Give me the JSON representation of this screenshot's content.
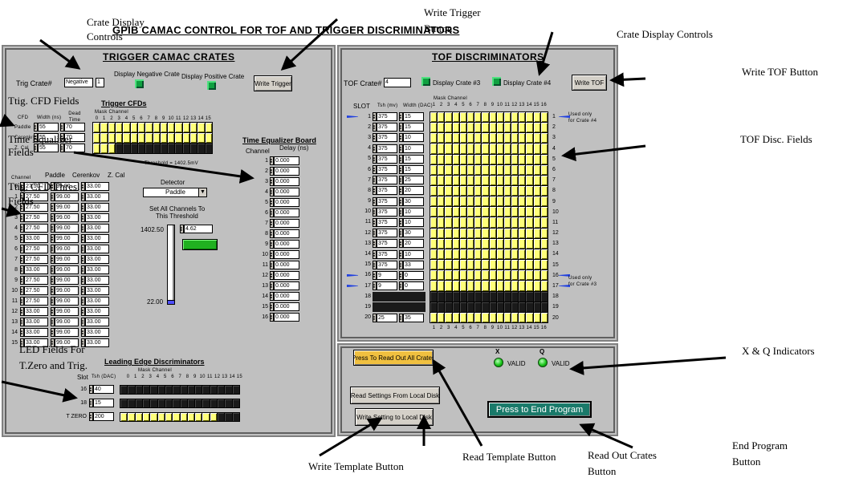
{
  "main_title": "GPIB CAMAC CONTROL FOR TOF AND TRIGGER DISCRIMINATORS",
  "annotations": {
    "crate_display_left": [
      "Crate Display",
      "Controls"
    ],
    "write_trigger": [
      "Write Trigger",
      "Button"
    ],
    "crate_display_right": "Crate Display Controls",
    "write_tof": "Write TOF Button",
    "trig_cfd_fields": "Ttig. CFD Fields",
    "time_equalizer_fields": [
      "Time  Equalizer",
      "Fields"
    ],
    "trig_cfd_thres": [
      "Ttig. CFD Thres.",
      "Fields"
    ],
    "tof_disc_fields": "TOF Disc. Fields",
    "xq_indicators": "X & Q Indicators",
    "led_fields": [
      "LED Fields For",
      "T.Zero and Trig."
    ],
    "write_template": "Write Template Button",
    "read_template": "Read Template Button",
    "read_out_crates": [
      "Read Out Crates",
      "Button"
    ],
    "end_program": [
      "End Program",
      "Button"
    ]
  },
  "trigger": {
    "title": "TRIGGER CAMAC CRATES",
    "crate_label": "Trig Crate#",
    "crate_value": "Negative",
    "crate_num": "1",
    "display_negative": "Display Negative Crate",
    "display_positive": "Display Positive Crate",
    "write_button": "Write Trigger",
    "cfd": {
      "title": "Trigger CFDs",
      "mask_label": "Mask Channel",
      "headers": [
        "CFD",
        "Width (ns)",
        "Dead Time (ns)"
      ],
      "channels": [
        "0",
        "1",
        "2",
        "3",
        "4",
        "5",
        "6",
        "7",
        "8",
        "9",
        "10",
        "11",
        "12",
        "13",
        "14",
        "15"
      ],
      "rows": [
        {
          "name": "Paddle",
          "width": "55",
          "dead": "70"
        },
        {
          "name": "Cerenkov",
          "width": "55",
          "dead": "70"
        },
        {
          "name": "Z. Cal",
          "width": "55",
          "dead": "70"
        }
      ],
      "threshold_note": "Threshold = 1402.5mV"
    },
    "thres": {
      "headers": [
        "Channel",
        "Paddle",
        "Cerenkov",
        "Z. Cal"
      ],
      "rows": [
        [
          "0",
          "27.50",
          "99.00",
          "33.00"
        ],
        [
          "1",
          "27.50",
          "99.00",
          "33.00"
        ],
        [
          "2",
          "27.50",
          "99.00",
          "33.00"
        ],
        [
          "3",
          "27.50",
          "99.00",
          "33.00"
        ],
        [
          "4",
          "27.50",
          "99.00",
          "33.00"
        ],
        [
          "5",
          "33.00",
          "99.00",
          "33.00"
        ],
        [
          "6",
          "27.50",
          "99.00",
          "33.00"
        ],
        [
          "7",
          "27.50",
          "99.00",
          "33.00"
        ],
        [
          "8",
          "33.00",
          "99.00",
          "33.00"
        ],
        [
          "9",
          "27.50",
          "99.00",
          "33.00"
        ],
        [
          "10",
          "27.50",
          "99.00",
          "33.00"
        ],
        [
          "11",
          "27.50",
          "99.00",
          "33.00"
        ],
        [
          "12",
          "33.00",
          "99.00",
          "33.00"
        ],
        [
          "13",
          "33.00",
          "99.00",
          "33.00"
        ],
        [
          "14",
          "33.00",
          "99.00",
          "33.00"
        ],
        [
          "15",
          "33.00",
          "99.00",
          "33.00"
        ]
      ]
    },
    "detector": {
      "label": "Detector",
      "selected": "Paddle",
      "set_all_label": [
        "Set All Channels To",
        "This Threshold"
      ],
      "slider_max": "1402.50",
      "slider_min": "22.00",
      "value": "4.62",
      "slider_fraction": 0.0
    },
    "led": {
      "title": "Leading Edge Discriminators",
      "mask_label": "Mask Channel",
      "slot_label": "Slot",
      "tsh_label": "Tsh (DAC)",
      "rows": [
        {
          "slot": "16",
          "tsh": "40"
        },
        {
          "slot": "18",
          "tsh": "15"
        },
        {
          "slot": "T ZERO",
          "tsh": "200"
        }
      ]
    }
  },
  "time_equalizer": {
    "title": "Time Equalizer Board",
    "headers": [
      "Channel",
      "Delay (ns)"
    ],
    "rows": [
      [
        "1",
        "0.000"
      ],
      [
        "2",
        "0.000"
      ],
      [
        "3",
        "0.000"
      ],
      [
        "4",
        "0.000"
      ],
      [
        "5",
        "0.000"
      ],
      [
        "6",
        "0.000"
      ],
      [
        "7",
        "0.000"
      ],
      [
        "8",
        "0.000"
      ],
      [
        "9",
        "0.000"
      ],
      [
        "10",
        "0.000"
      ],
      [
        "11",
        "0.000"
      ],
      [
        "12",
        "0.000"
      ],
      [
        "13",
        "0.000"
      ],
      [
        "14",
        "0.000"
      ],
      [
        "15",
        "0.000"
      ],
      [
        "16",
        "0.000"
      ]
    ]
  },
  "tof": {
    "title": "TOF DISCRIMINATORS",
    "crate_label": "TOF Crate#",
    "crate_value": "4",
    "display3": "Display Crate #3",
    "display4": "Display Crate #4",
    "write_button": "Write TOF",
    "slot_label": "SLOT",
    "tsh_label": "Tsh (mv)",
    "width_label": "Width (DAC)",
    "mask_label": "Mask Channel",
    "channels": [
      "1",
      "2",
      "3",
      "4",
      "5",
      "6",
      "7",
      "8",
      "9",
      "10",
      "11",
      "12",
      "13",
      "14",
      "15",
      "16"
    ],
    "used4": [
      "Used only",
      "for Crate #4"
    ],
    "used3": [
      "Used only",
      "for Crate #3"
    ],
    "rows": [
      {
        "slot": "1",
        "tsh": "375",
        "width": "15"
      },
      {
        "slot": "2",
        "tsh": "375",
        "width": "15"
      },
      {
        "slot": "3",
        "tsh": "375",
        "width": "10"
      },
      {
        "slot": "4",
        "tsh": "375",
        "width": "10"
      },
      {
        "slot": "5",
        "tsh": "375",
        "width": "15"
      },
      {
        "slot": "6",
        "tsh": "375",
        "width": "15"
      },
      {
        "slot": "7",
        "tsh": "375",
        "width": "25"
      },
      {
        "slot": "8",
        "tsh": "375",
        "width": "20"
      },
      {
        "slot": "9",
        "tsh": "375",
        "width": "30"
      },
      {
        "slot": "10",
        "tsh": "375",
        "width": "10"
      },
      {
        "slot": "11",
        "tsh": "375",
        "width": "10"
      },
      {
        "slot": "12",
        "tsh": "375",
        "width": "30"
      },
      {
        "slot": "13",
        "tsh": "375",
        "width": "20"
      },
      {
        "slot": "14",
        "tsh": "375",
        "width": "10"
      },
      {
        "slot": "15",
        "tsh": "375",
        "width": "33"
      },
      {
        "slot": "16",
        "tsh": "9",
        "width": "0"
      },
      {
        "slot": "17",
        "tsh": "9",
        "width": "0"
      },
      {
        "slot": "18",
        "tsh": "",
        "width": ""
      },
      {
        "slot": "19",
        "tsh": "",
        "width": ""
      },
      {
        "slot": "20",
        "tsh": "25",
        "width": "35"
      }
    ]
  },
  "controls": {
    "read_all": "Press To Read Out All Crates",
    "read_disk": "Read Settings From Local Disk",
    "write_disk": "Write Setting to Local Disk",
    "end_program": "Press to End Program",
    "x_label": "X",
    "q_label": "Q",
    "x_status": "VALID",
    "q_status": "VALID"
  },
  "colors": {
    "panel": "#c0c0c0",
    "mask_on": "#ffff7a",
    "mask_off": "#1a1a1a",
    "read_all_button": "#f0c040",
    "end_button": "#1a7a6a",
    "led": "#19c519"
  }
}
